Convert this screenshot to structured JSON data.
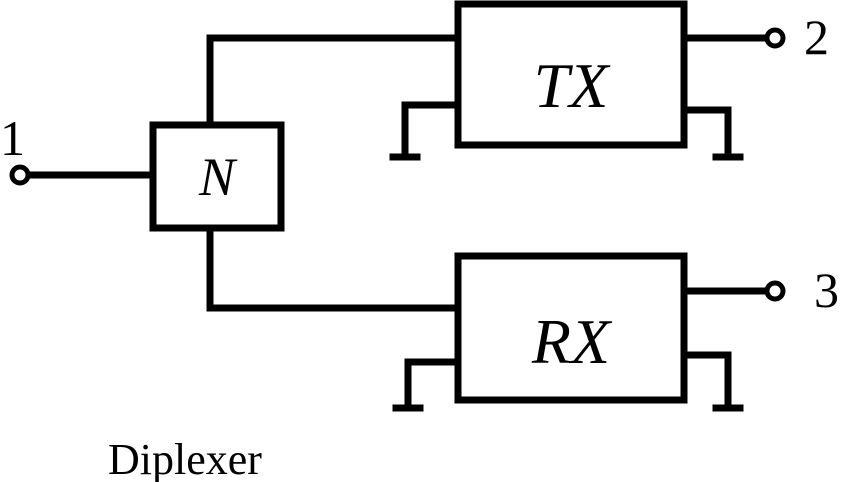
{
  "diagram": {
    "blocks": {
      "matching_network": "N",
      "transmitter": "TX",
      "receiver": "RX"
    },
    "ports": {
      "common": "1",
      "tx": "2",
      "rx": "3"
    },
    "caption": "Diplexer"
  }
}
